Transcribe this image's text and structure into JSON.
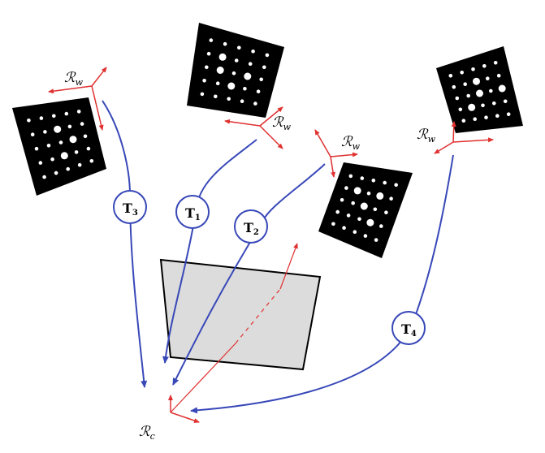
{
  "frames": {
    "world_symbol": "ℛ",
    "world_subscript": "w",
    "camera_symbol": "ℛ",
    "camera_subscript": "c"
  },
  "transforms": [
    {
      "letter": "T",
      "subscript": "3"
    },
    {
      "letter": "T",
      "subscript": "1"
    },
    {
      "letter": "T",
      "subscript": "2"
    },
    {
      "letter": "T",
      "subscript": "4"
    }
  ],
  "colors": {
    "axis": "#e03030",
    "transform_curve": "#3848b8",
    "board": "#000000",
    "board_dot": "#ffffff",
    "image_plane_fill": "#dcdcdc",
    "image_plane_stroke": "#000000"
  },
  "icons": {
    "calibration_board": "calibration-grid-icon",
    "coordinate_frame": "axes-icon"
  }
}
